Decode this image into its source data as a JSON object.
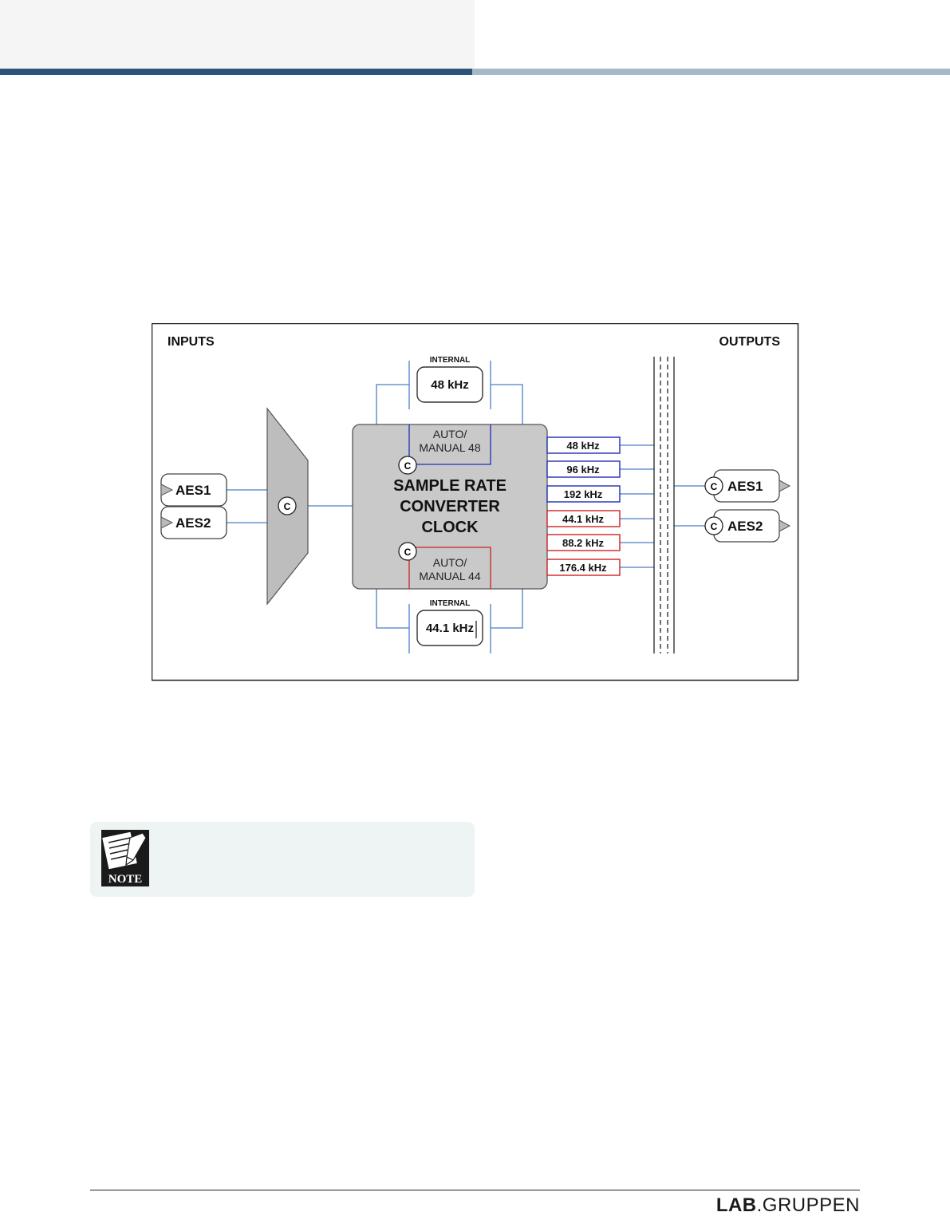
{
  "diagram": {
    "inputs_label": "INPUTS",
    "outputs_label": "OUTPUTS",
    "input_aes1": "AES1",
    "input_aes2": "AES2",
    "output_aes1": "AES1",
    "output_aes2": "AES2",
    "clock_symbol": "C",
    "internal_label": "INTERNAL",
    "internal_48": "48 kHz",
    "internal_44": "44.1 kHz",
    "auto_48_line1": "AUTO/",
    "auto_48_line2": "MANUAL 48",
    "auto_44_line1": "AUTO/",
    "auto_44_line2": "MANUAL 44",
    "src_line1": "SAMPLE RATE",
    "src_line2": "CONVERTER",
    "src_line3": "CLOCK",
    "rates_48_family": [
      "48 kHz",
      "96 kHz",
      "192 kHz"
    ],
    "rates_44_family": [
      "44.1 kHz",
      "88.2 kHz",
      "176.4 kHz"
    ],
    "colors": {
      "blue_family": "#1f2fb5",
      "red_family": "#cc2222",
      "wire": "#4a7ec8",
      "block_gray": "#c9c9c9"
    }
  },
  "note": {
    "badge": "NOTE"
  },
  "footer": {
    "logo_lab": "LAB",
    "logo_gruppen": ".GRUPPEN"
  }
}
